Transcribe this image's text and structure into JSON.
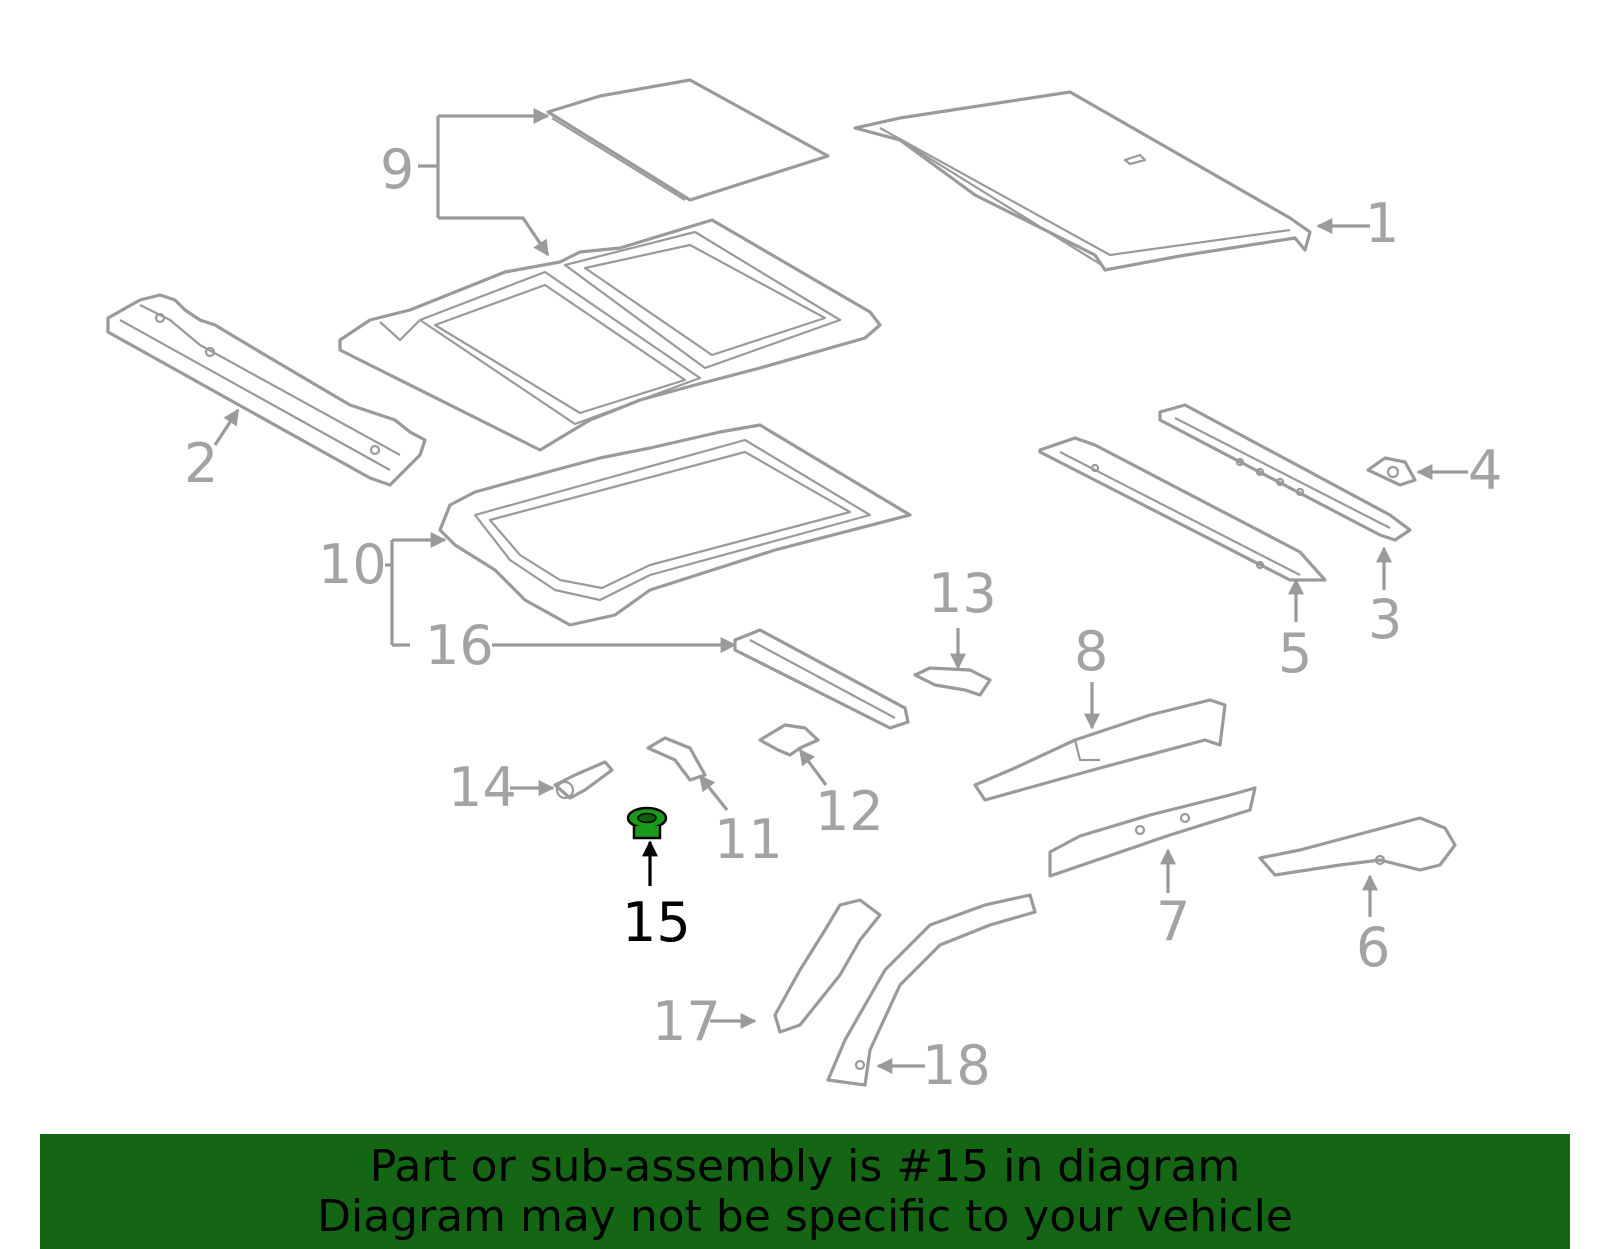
{
  "colors": {
    "part_line": "#9a9a9a",
    "label_gray": "#a3a3a3",
    "highlight_part": "#1a9a1a",
    "banner_bg": "#146614",
    "banner_text": "#000000"
  },
  "diagram": {
    "callouts": [
      "1",
      "2",
      "3",
      "4",
      "5",
      "6",
      "7",
      "8",
      "9",
      "10",
      "11",
      "12",
      "13",
      "14",
      "15",
      "16",
      "17",
      "18"
    ],
    "highlighted_callout": "15"
  },
  "banner": {
    "line1": "Part or sub-assembly is #15 in diagram",
    "line2": "Diagram may not be specific to your vehicle"
  }
}
